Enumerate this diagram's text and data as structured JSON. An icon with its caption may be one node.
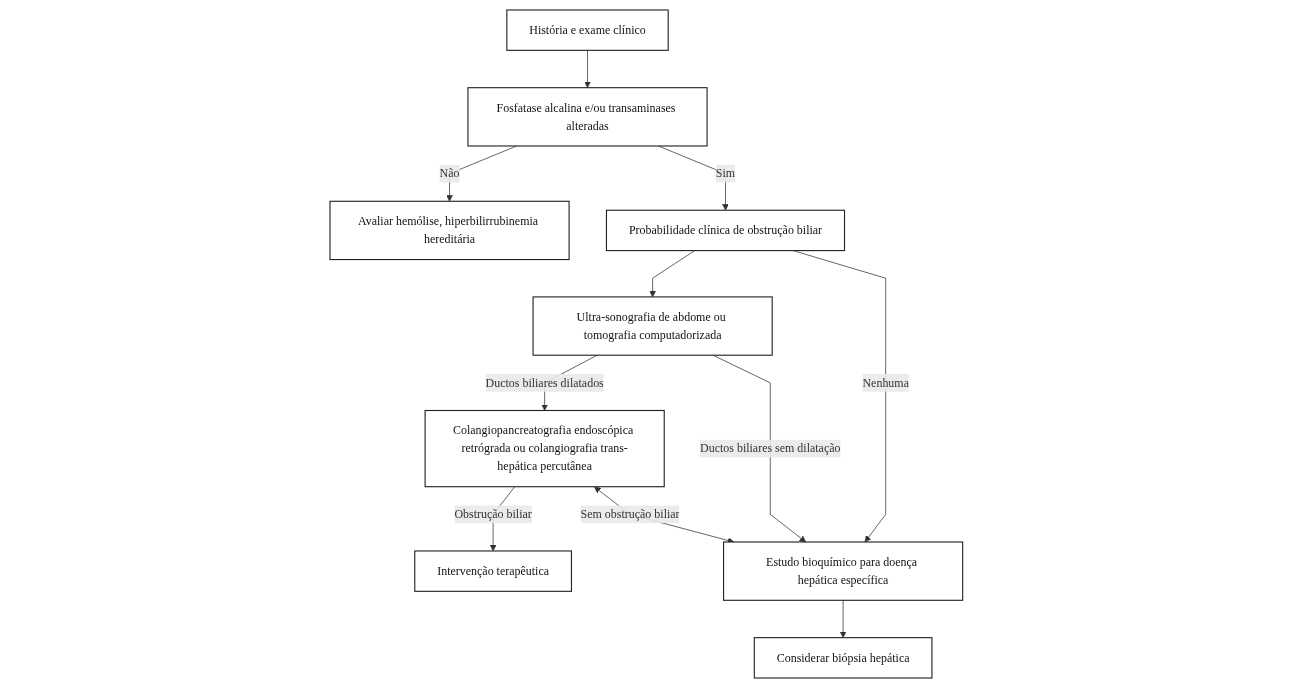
{
  "diagram": {
    "nodes": [
      {
        "text": [
          "História e exame clínico"
        ]
      },
      {
        "text": [
          "Fosfatase alcalina e/ou transaminases alteradas"
        ]
      },
      {
        "text": [
          "Avaliar hemólise, hiperbilirrubinemia hereditária"
        ]
      },
      {
        "text": [
          "Intervenção terapêutica"
        ]
      },
      {
        "text": [
          "Probabilidade clínica de obstrução biliar"
        ]
      },
      {
        "text": [
          "Colangiopancreatografia endoscópica retrógrada ou colangiografia trans-hepática percutânea"
        ]
      },
      {
        "text": [
          "Estudo bioquímico para doença hepática específica"
        ]
      },
      {
        "text": [
          "Ultra-sonografia de abdome ou tomografia computadorizada"
        ]
      },
      {
        "text": [
          "Considerar biópsia hepática"
        ]
      }
    ],
    "edges": [
      {
        "from": 0,
        "to": 1,
        "arrow": "to"
      },
      {
        "from": 1,
        "to": 2,
        "arrow": "to",
        "label": "Não"
      },
      {
        "from": 1,
        "to": 4,
        "arrow": "to",
        "label": "Sim"
      },
      {
        "from": 4,
        "to": 6,
        "arrow": "to",
        "label": "Nenhuma"
      },
      {
        "from": 4,
        "to": 7,
        "arrow": "to"
      },
      {
        "from": 5,
        "to": 3,
        "arrow": "to",
        "label": "Obstrução biliar"
      },
      {
        "from": 7,
        "to": 5,
        "arrow": "to",
        "label": "Ductos biliares dilatados"
      },
      {
        "from": 7,
        "to": 6,
        "arrow": "to",
        "label": "Ductos biliares sem dilatação"
      },
      {
        "from": 6,
        "to": 8,
        "arrow": "to"
      },
      {
        "from": 5,
        "to": 6,
        "arrow": "both",
        "label": "Sem obstrução biliar"
      }
    ]
  }
}
